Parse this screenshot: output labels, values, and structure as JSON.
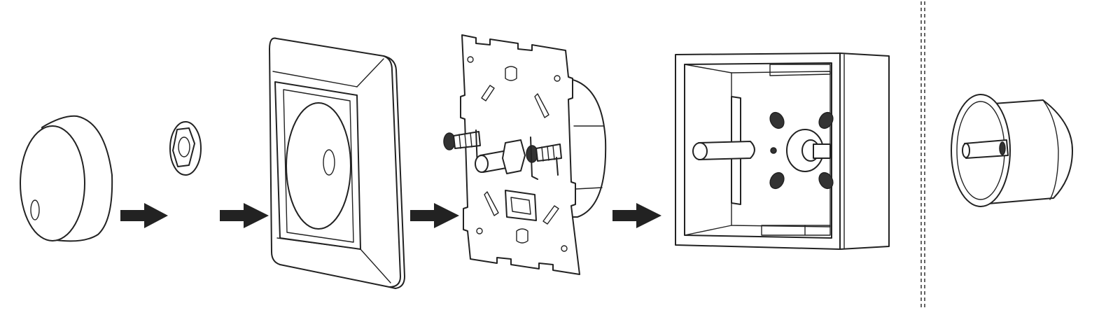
{
  "diagram": {
    "kind": "exploded-assembly",
    "components": [
      "rotary-knob",
      "hex-nut",
      "cover-frame",
      "dimmer-mechanism",
      "surface-mount-box",
      "flush-mount-box"
    ],
    "arrow_count": 4,
    "separator": "dashed-vertical",
    "colors": {
      "stroke": "#222222",
      "arrow": "#222222",
      "background": "#ffffff"
    }
  }
}
